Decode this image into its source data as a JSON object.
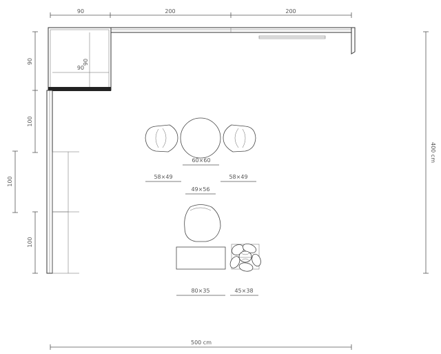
{
  "floorplan": {
    "dims": {
      "top_left": "90",
      "top_mid": "200",
      "top_right": "200",
      "left_upper": "90",
      "left_mid": "100",
      "left_lower": "100",
      "left_outer": "100",
      "cabinet_w": "90",
      "cabinet_h": "90",
      "right_total": "400 cm",
      "bottom_total": "500 cm"
    },
    "furniture": {
      "table": "60×60",
      "chair_left": "58×49",
      "chair_right": "58×49",
      "armchair": "49×56",
      "sideboard": "80×35",
      "plant": "45×38"
    }
  }
}
